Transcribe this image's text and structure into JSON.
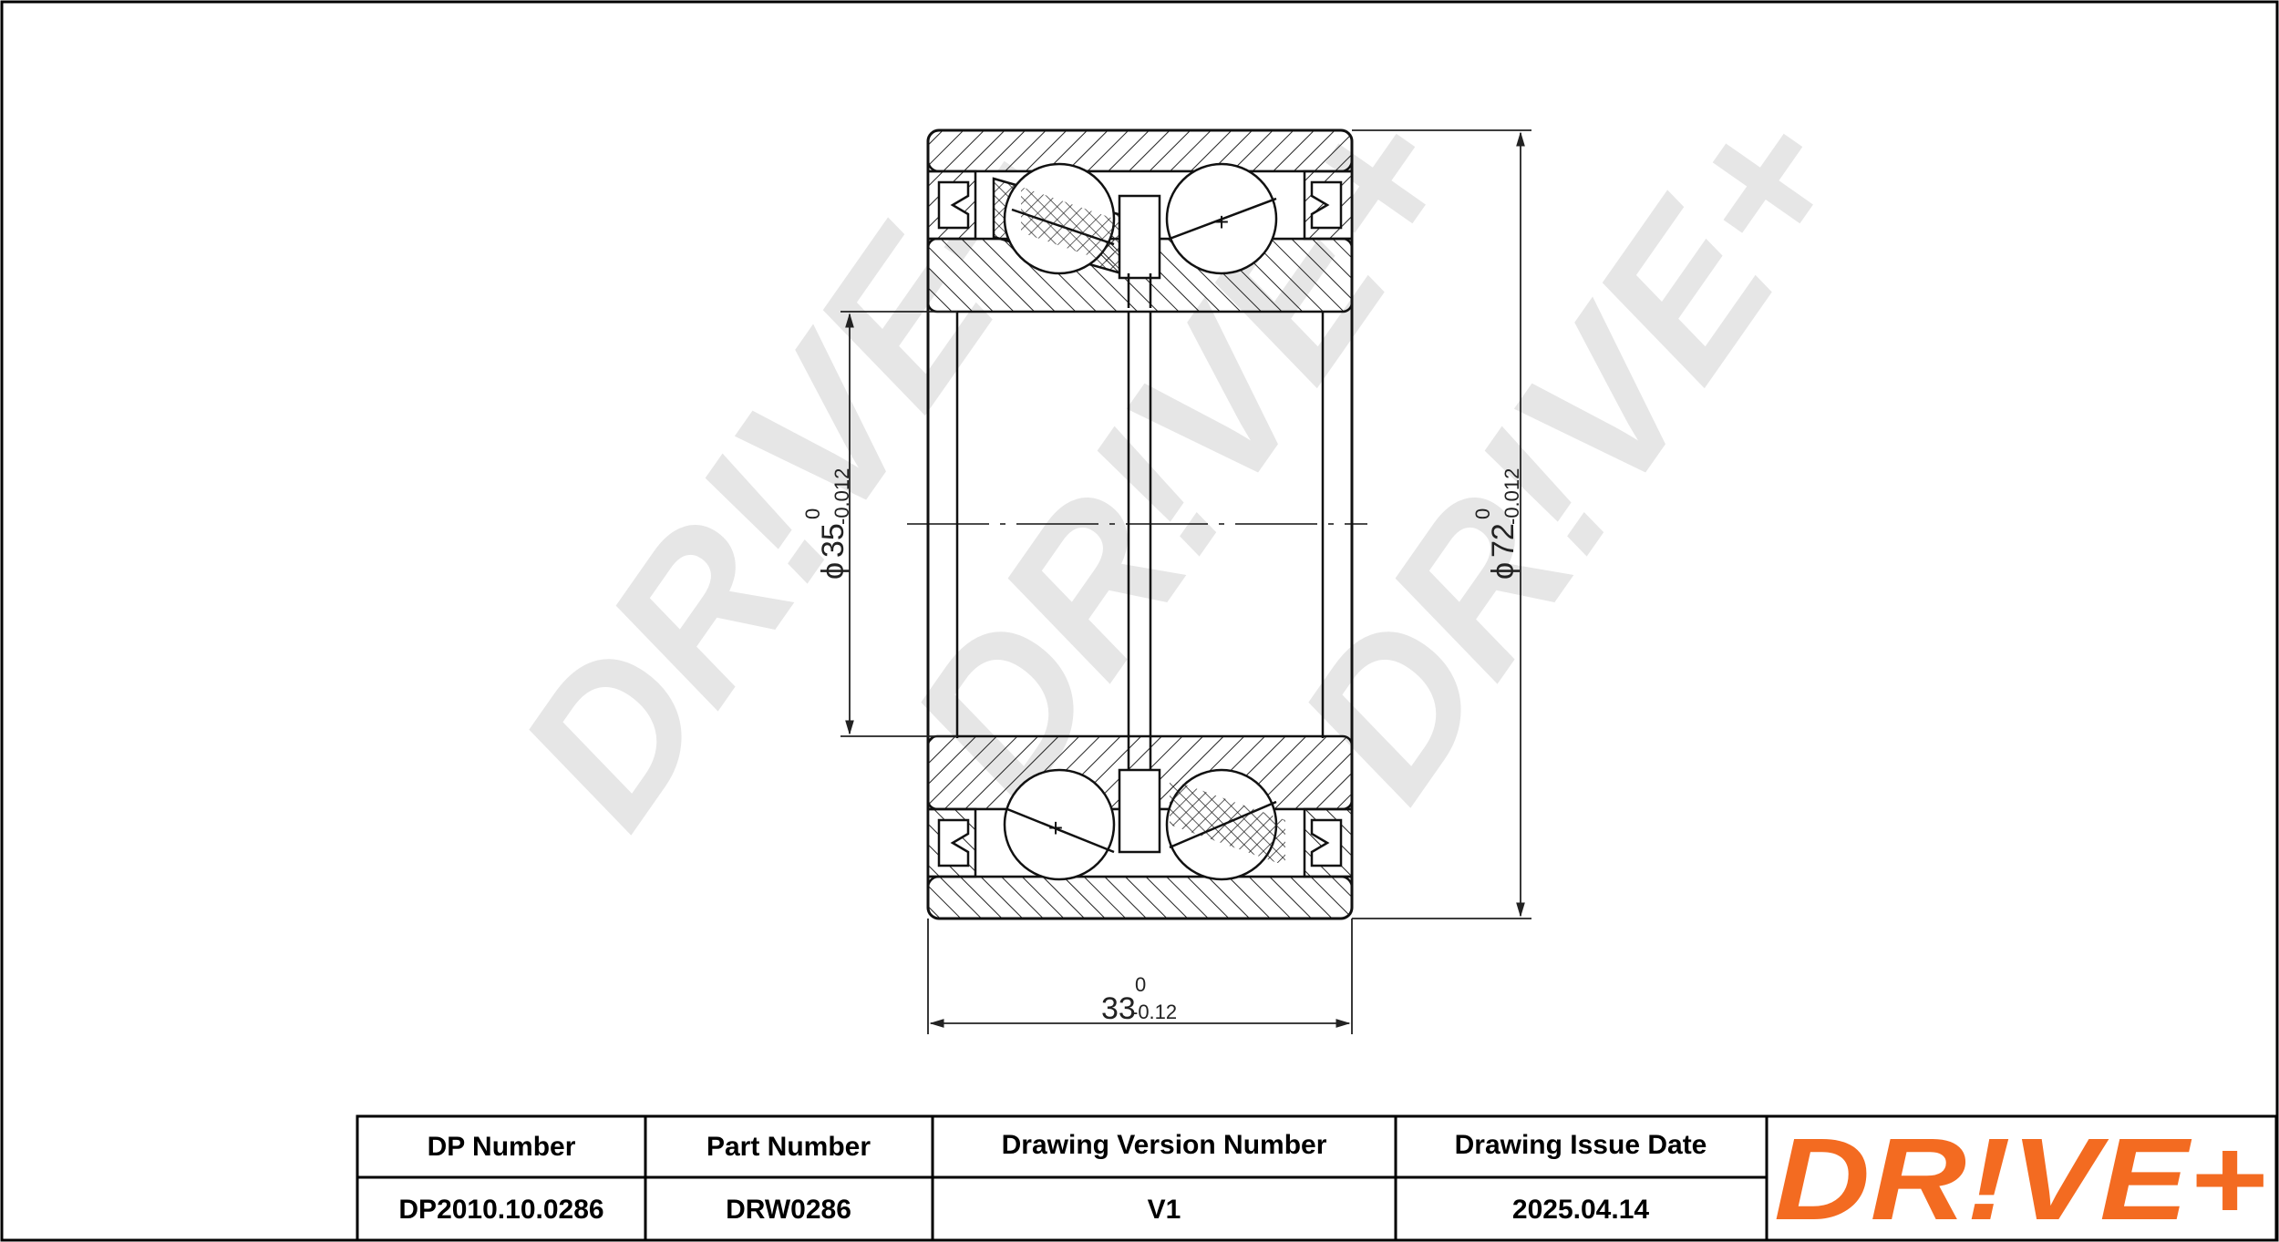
{
  "watermark": {
    "text": "DR!VE+"
  },
  "dimensions": {
    "bore": {
      "symbol": "ϕ",
      "value": "35",
      "upper": "0",
      "lower": "-0.012"
    },
    "outer": {
      "symbol": "ϕ",
      "value": "72",
      "upper": "0",
      "lower": "-0.012"
    },
    "width": {
      "value": "33",
      "upper": "0",
      "lower": "-0.12"
    }
  },
  "title_block": {
    "headers": [
      "DP Number",
      "Part Number",
      "Drawing Version Number",
      "Drawing Issue Date"
    ],
    "values": [
      "DP2010.10.0286",
      "DRW0286",
      "V1",
      "2025.04.14"
    ]
  },
  "logo": {
    "text": "DR!VE+",
    "color": "#f36b21"
  }
}
